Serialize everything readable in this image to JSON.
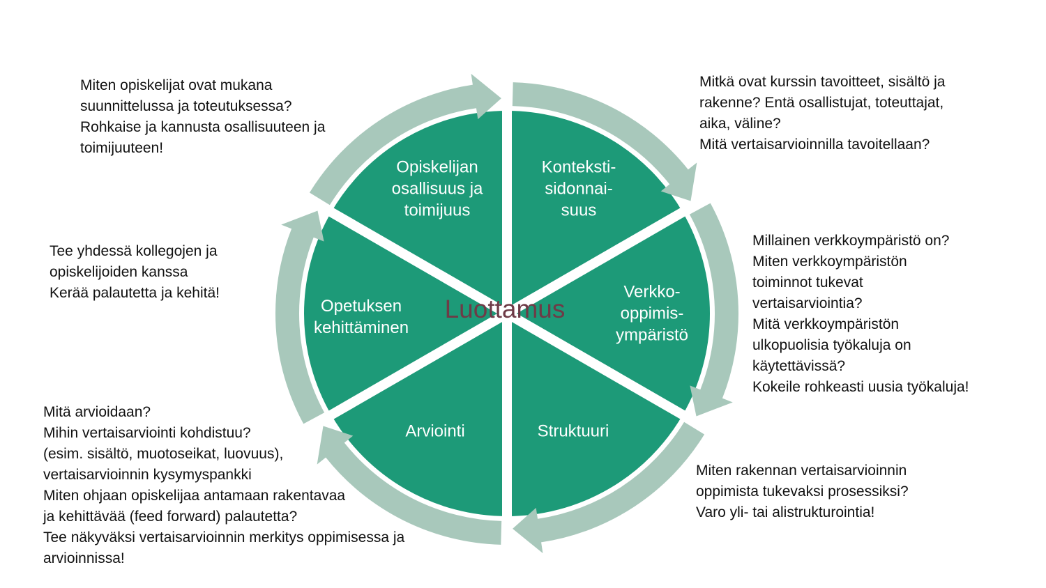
{
  "colors": {
    "slice": "#1d9a78",
    "arrow": "#a8c8bb",
    "center_text": "#6e3b47"
  },
  "center_label": "Luottamus",
  "slices": [
    {
      "label_lines": [
        "Kontekstisidonnai-",
        "suus"
      ],
      "lines": [
        "Konteksti-",
        "sidonnai-",
        "suus"
      ]
    },
    {
      "lines": [
        "Verkko-",
        "oppimis-",
        "ympäristö"
      ]
    },
    {
      "lines": [
        "Struktuuri"
      ]
    },
    {
      "lines": [
        "Arviointi"
      ]
    },
    {
      "lines": [
        "Opetuksen",
        "kehittäminen"
      ]
    },
    {
      "lines": [
        "Opiskelijan",
        "osallisuus ja",
        "toimijuus"
      ]
    }
  ],
  "notes": {
    "top_right": [
      "Mitkä ovat kurssin tavoitteet, sisältö ja",
      "rakenne? Entä osallistujat, toteuttajat,",
      "aika, väline?",
      "Mitä vertaisarvioinnilla tavoitellaan?"
    ],
    "right": [
      "Millainen verkkoympäristö on?",
      "Miten verkkoympäristön",
      "toiminnot tukevat",
      "vertaisarviointia?",
      "Mitä verkkoympäristön",
      "ulkopuolisia työkaluja on",
      "käytettävissä?",
      "Kokeile rohkeasti uusia työkaluja!"
    ],
    "bottom_right": [
      "Miten rakennan vertaisarvioinnin",
      "oppimista tukevaksi prosessiksi?",
      "Varo yli- tai alistrukturointia!"
    ],
    "bottom_left": [
      "Mitä arvioidaan?",
      "Mihin vertaisarviointi kohdistuu?",
      "(esim. sisältö, muotoseikat, luovuus),",
      "vertaisarvioinnin kysymyspankki",
      "Miten ohjaan opiskelijaa antamaan rakentavaa",
      "ja kehittävää (feed forward) palautetta?",
      "Tee näkyväksi vertaisarvioinnin merkitys oppimisessa ja",
      "arvioinnissa!"
    ],
    "left": [
      "Tee yhdessä kollegojen ja",
      "opiskelijoiden kanssa",
      "Kerää palautetta ja kehitä!"
    ],
    "top_left": [
      "Miten opiskelijat ovat mukana",
      "suunnittelussa ja toteutuksessa?",
      "Rohkaise ja kannusta osallisuuteen ja",
      "toimijuuteen!"
    ]
  }
}
